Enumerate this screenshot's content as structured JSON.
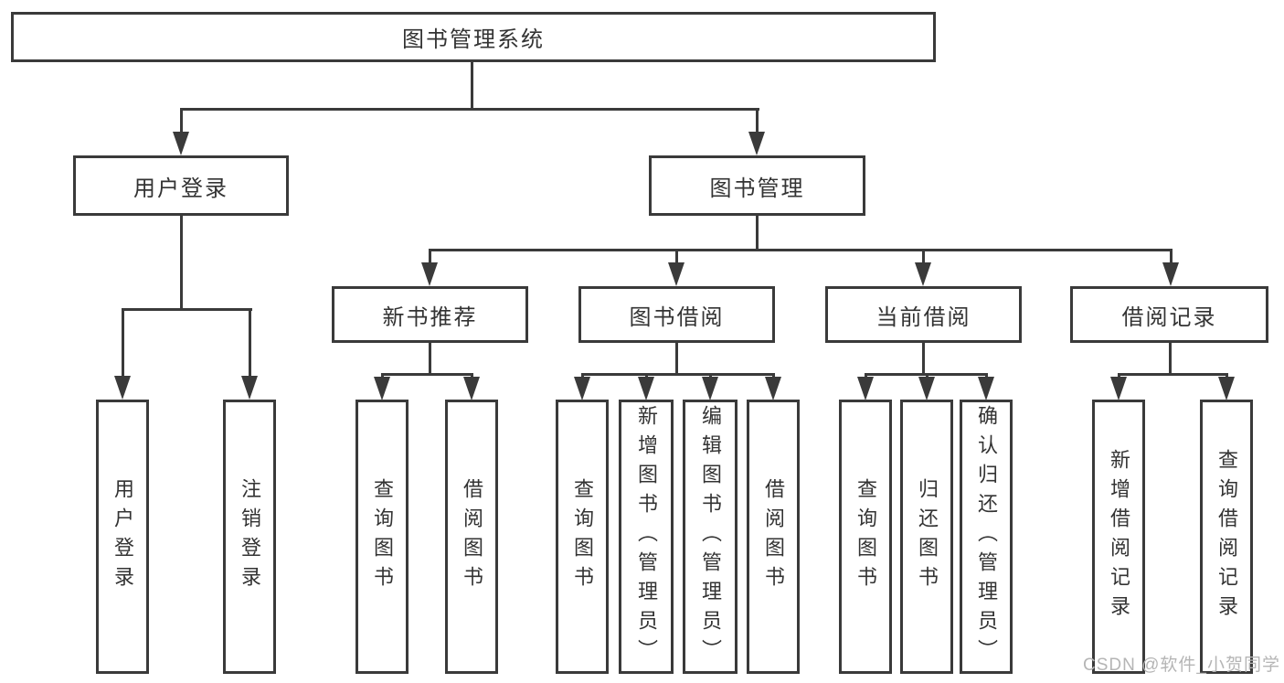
{
  "tree": {
    "root": {
      "label": "图书管理系统"
    },
    "branches": [
      {
        "label": "用户登录",
        "children": [
          {
            "label": "用户登录"
          },
          {
            "label": "注销登录"
          }
        ]
      },
      {
        "label": "图书管理",
        "children": [
          {
            "label": "新书推荐",
            "children": [
              {
                "label": "查询图书"
              },
              {
                "label": "借阅图书"
              }
            ]
          },
          {
            "label": "图书借阅",
            "children": [
              {
                "label": "查询图书"
              },
              {
                "label": "新增图书（管理员）"
              },
              {
                "label": "编辑图书（管理员）"
              },
              {
                "label": "借阅图书"
              }
            ]
          },
          {
            "label": "当前借阅",
            "children": [
              {
                "label": "查询图书"
              },
              {
                "label": "归还图书"
              },
              {
                "label": "确认归还（管理员）"
              }
            ]
          },
          {
            "label": "借阅记录",
            "children": [
              {
                "label": "新增借阅记录"
              },
              {
                "label": "查询借阅记录"
              }
            ]
          }
        ]
      }
    ]
  },
  "watermark": {
    "text": "CSDN @软件_小贺同学"
  },
  "colors": {
    "line": "#3a3a3a",
    "text": "#333333",
    "watermark": "#b5b5b5",
    "background": "#ffffff"
  }
}
